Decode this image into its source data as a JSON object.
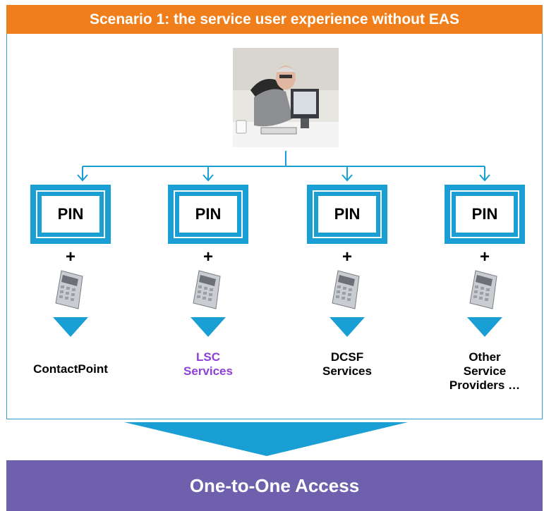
{
  "title": "Scenario 1: the service user experience without EAS",
  "photo_icon": "elderly-man-at-computer",
  "token_icon": "security-token-calculator",
  "columns": [
    {
      "screen_label": "PIN",
      "plus": "+",
      "service_line1": "ContactPoint",
      "service_line2": "",
      "service_line3": "",
      "accent": false
    },
    {
      "screen_label": "PIN",
      "plus": "+",
      "service_line1": "LSC",
      "service_line2": "Services",
      "service_line3": "",
      "accent": true
    },
    {
      "screen_label": "PIN",
      "plus": "+",
      "service_line1": "DCSF",
      "service_line2": "Services",
      "service_line3": "",
      "accent": false
    },
    {
      "screen_label": "PIN",
      "plus": "+",
      "service_line1": "Other",
      "service_line2": "Service",
      "service_line3": "Providers …",
      "accent": false
    }
  ],
  "footer": "One-to-One Access",
  "colors": {
    "banner": "#f07e1a",
    "blue": "#1a9fd4",
    "footer": "#6f60ad",
    "accent_text": "#8d41d6"
  }
}
